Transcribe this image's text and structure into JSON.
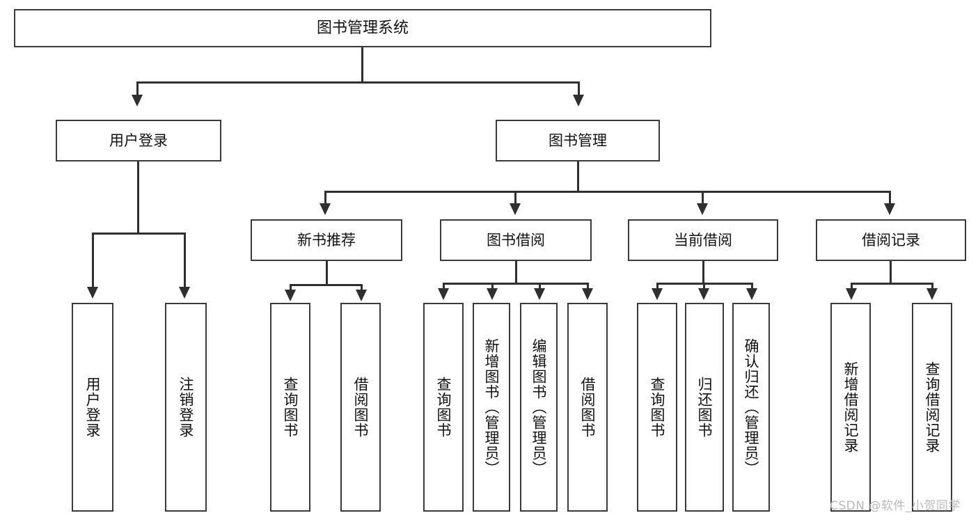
{
  "diagram": {
    "title": "图书管理系统",
    "type": "tree",
    "watermark": "CSDN @软件_小贺同学",
    "colors": {
      "box_border": "#3a3a3a",
      "edge": "#2f2f2f",
      "background": "#ffffff",
      "text": "#111111",
      "watermark": "#b9b9b9"
    }
  },
  "nodes": {
    "root": {
      "label": "图书管理系统"
    },
    "level2": [
      {
        "id": "user-login",
        "label": "用户登录"
      },
      {
        "id": "book-manage",
        "label": "图书管理"
      }
    ],
    "level3": [
      {
        "id": "new-book-rec",
        "label": "新书推荐"
      },
      {
        "id": "book-borrow",
        "label": "图书借阅"
      },
      {
        "id": "current-borrow",
        "label": "当前借阅"
      },
      {
        "id": "borrow-record",
        "label": "借阅记录"
      }
    ],
    "leaves": {
      "user-login": [
        {
          "id": "leaf-user-login",
          "label": "用户登录"
        },
        {
          "id": "leaf-user-logout",
          "label": "注销登录"
        }
      ],
      "new-book-rec": [
        {
          "id": "leaf-query-book-1",
          "label": "查询图书"
        },
        {
          "id": "leaf-borrow-book-1",
          "label": "借阅图书"
        }
      ],
      "book-borrow": [
        {
          "id": "leaf-query-book-2",
          "label": "查询图书"
        },
        {
          "id": "leaf-add-book",
          "label": "新增图书（管理员）"
        },
        {
          "id": "leaf-edit-book",
          "label": "编辑图书（管理员）"
        },
        {
          "id": "leaf-borrow-book-2",
          "label": "借阅图书"
        }
      ],
      "current-borrow": [
        {
          "id": "leaf-query-book-3",
          "label": "查询图书"
        },
        {
          "id": "leaf-return-book",
          "label": "归还图书"
        },
        {
          "id": "leaf-confirm-return",
          "label": "确认归还（管理员）"
        }
      ],
      "borrow-record": [
        {
          "id": "leaf-add-record",
          "label": "新增借阅记录"
        },
        {
          "id": "leaf-query-record",
          "label": "查询借阅记录"
        }
      ]
    }
  }
}
